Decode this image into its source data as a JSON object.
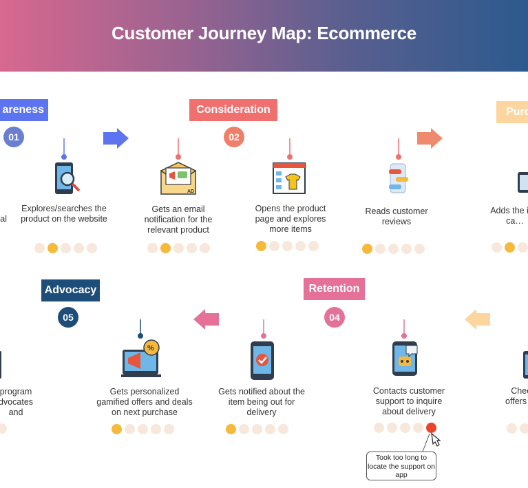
{
  "title": "Customer Journey Map: Ecommerce",
  "stages": [
    {
      "label": "areness",
      "number": "01",
      "color": "#5d74f0"
    },
    {
      "label": "Consideration",
      "number": "02",
      "color": "#f07070"
    },
    {
      "label": "Purc",
      "color": "#fcd59f"
    },
    {
      "label": "Advocacy",
      "number": "05",
      "color": "#1d4e79"
    },
    {
      "label": "Retention",
      "number": "04",
      "color": "#e57199"
    }
  ],
  "touchpoints": [
    {
      "text": "al",
      "icon": "truncated"
    },
    {
      "text": "Explores/searches the product on the website",
      "icon": "phone-search-icon",
      "emotion": "satisfied"
    },
    {
      "text": "Gets an email notification for the relevant product",
      "icon": "email-ad-icon",
      "emotion": "satisfied"
    },
    {
      "text": "Opens the product page and explores more items",
      "icon": "product-page-icon",
      "emotion": "love"
    },
    {
      "text": "Reads customer reviews",
      "icon": "reviews-phone-icon",
      "emotion": "love"
    },
    {
      "text": "Adds the it… ca…",
      "icon": "cart-icon",
      "emotion": "satisfied"
    },
    {
      "text": "program dvocates and",
      "icon": "truncated"
    },
    {
      "text": "Gets personalized gamified offers and deals on next purchase",
      "icon": "offers-megaphone-icon",
      "emotion": "love"
    },
    {
      "text": "Gets notified about the item being out for delivery",
      "icon": "phone-check-icon",
      "emotion": "love"
    },
    {
      "text": "Contacts customer support to inquire about delivery",
      "icon": "support-bot-icon",
      "emotion": "angry"
    },
    {
      "text": "Check offers the",
      "icon": "truncated"
    }
  ],
  "pain_point": "Took too long to locate the support on app",
  "colors": {
    "awareness": "#5d74f0",
    "consideration": "#f07070",
    "purchase": "#fcd59f",
    "advocacy": "#1d4e79",
    "retention": "#e57199"
  }
}
